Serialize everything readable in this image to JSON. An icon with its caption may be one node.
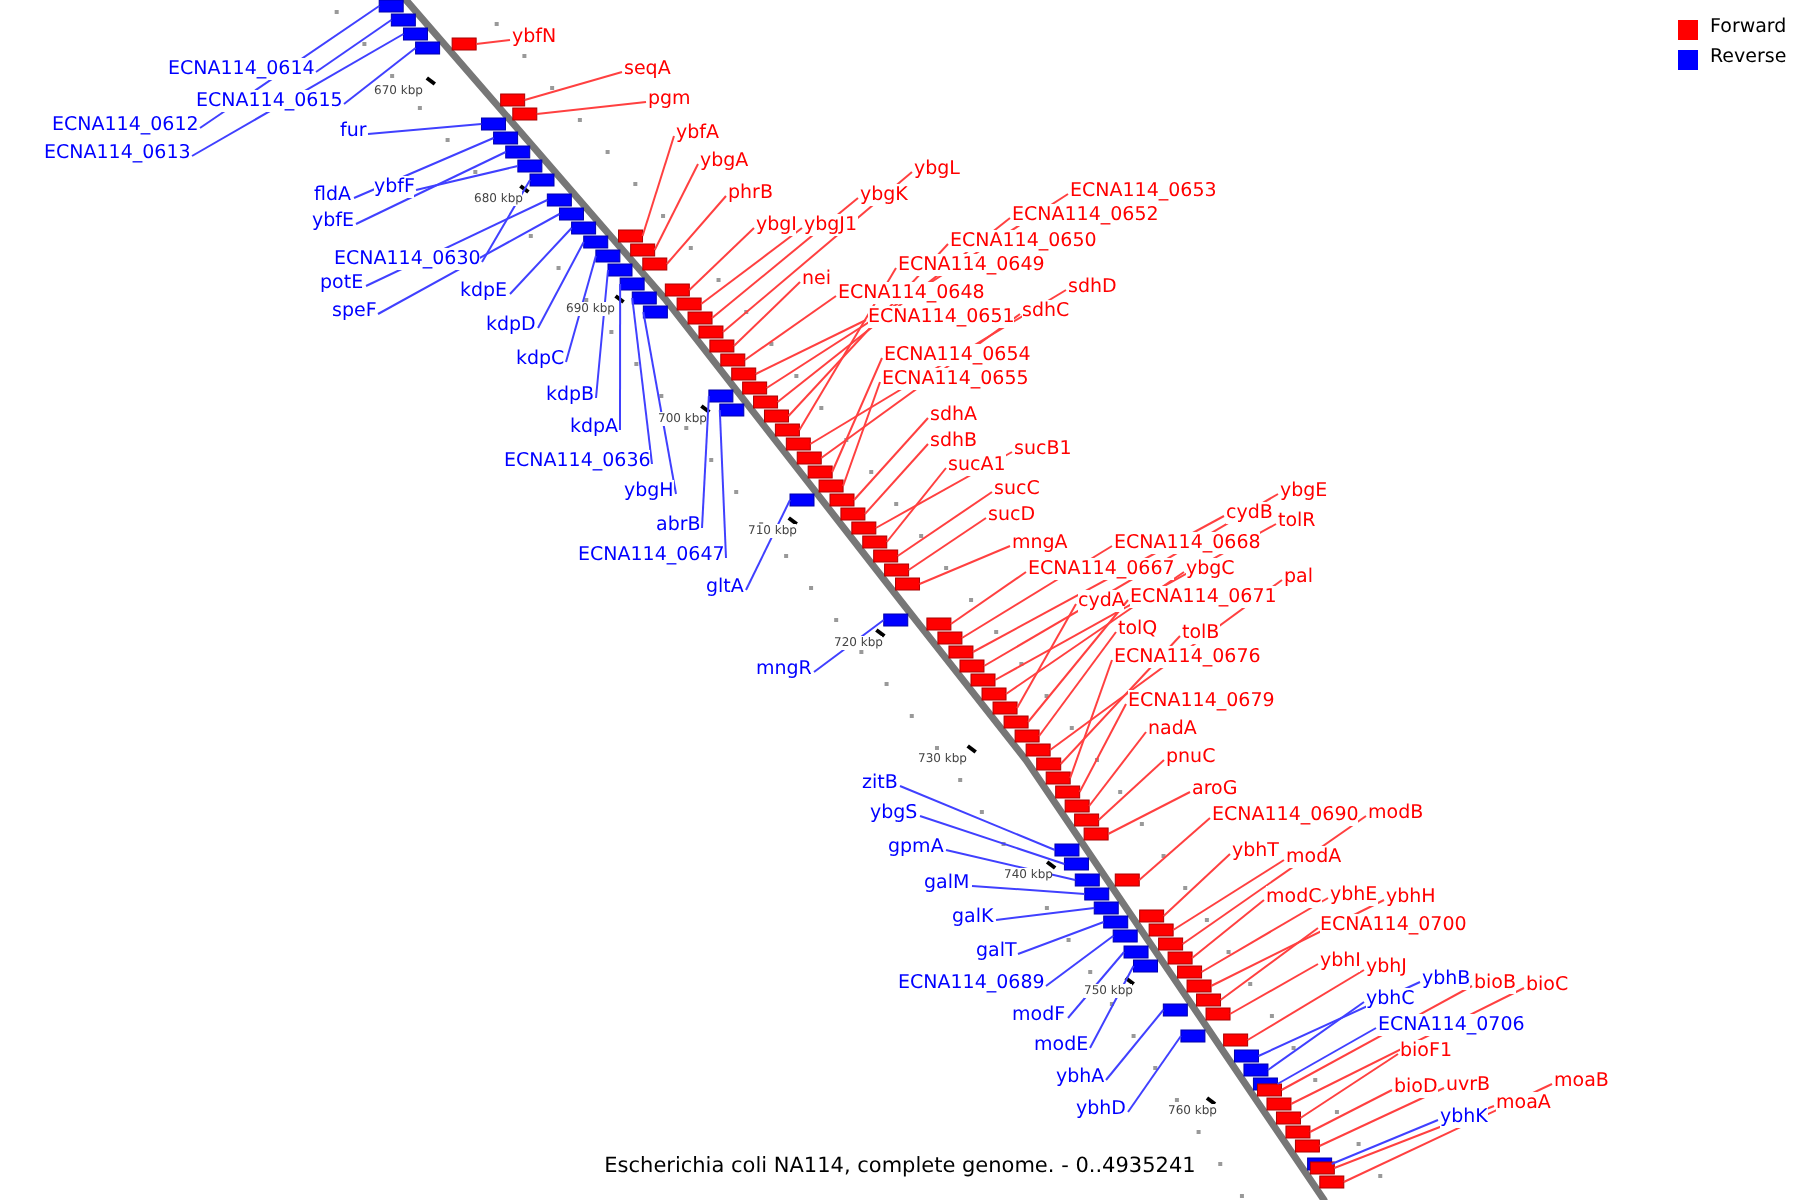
{
  "diagram": {
    "caption": "Escherichia coli NA114, complete genome. - 0..4935241",
    "nodes": [
      {
        "text": [
          "ECNA114_0614"
        ]
      },
      {
        "text": [
          "ECNA114_0615"
        ]
      },
      {
        "text": [
          "ECNA114_0612"
        ]
      },
      {
        "text": [
          "ECNA114_0613"
        ]
      },
      {
        "text": [
          "fur"
        ]
      },
      {
        "text": [
          "fldA"
        ]
      },
      {
        "text": [
          "ybfF"
        ]
      },
      {
        "text": [
          "ybfE"
        ]
      },
      {
        "text": [
          "ECNA114_0630"
        ]
      },
      {
        "text": [
          "potE"
        ]
      },
      {
        "text": [
          "speF"
        ]
      },
      {
        "text": [
          "kdpE"
        ]
      },
      {
        "text": [
          "kdpD"
        ]
      },
      {
        "text": [
          "kdpC"
        ]
      },
      {
        "text": [
          "kdpB"
        ]
      },
      {
        "text": [
          "kdpA"
        ]
      },
      {
        "text": [
          "ECNA114_0636"
        ]
      },
      {
        "text": [
          "ybgH"
        ]
      },
      {
        "text": [
          "abrB"
        ]
      },
      {
        "text": [
          "ECNA114_0647"
        ]
      },
      {
        "text": [
          "gltA"
        ]
      },
      {
        "text": [
          "mngR"
        ]
      },
      {
        "text": [
          "zitB"
        ]
      },
      {
        "text": [
          "ybgS"
        ]
      },
      {
        "text": [
          "gpmA"
        ]
      },
      {
        "text": [
          "galM"
        ]
      },
      {
        "text": [
          "galK"
        ]
      },
      {
        "text": [
          "galT"
        ]
      },
      {
        "text": [
          "ECNA114_0689"
        ]
      },
      {
        "text": [
          "modF"
        ]
      },
      {
        "text": [
          "modE"
        ]
      },
      {
        "text": [
          "ybhA"
        ]
      },
      {
        "text": [
          "ybhD"
        ]
      },
      {
        "text": [
          "ybfN"
        ]
      },
      {
        "text": [
          "seqA"
        ]
      },
      {
        "text": [
          "pgm"
        ]
      },
      {
        "text": [
          "ybfA"
        ]
      },
      {
        "text": [
          "ybgA"
        ]
      },
      {
        "text": [
          "phrB"
        ]
      },
      {
        "text": [
          "ybgI"
        ]
      },
      {
        "text": [
          "ybgJ1"
        ]
      },
      {
        "text": [
          "ybgK"
        ]
      },
      {
        "text": [
          "ybgL"
        ]
      },
      {
        "text": [
          "ECNA114_0653"
        ]
      },
      {
        "text": [
          "ECNA114_0652"
        ]
      },
      {
        "text": [
          "ECNA114_0650"
        ]
      },
      {
        "text": [
          "ECNA114_0649"
        ]
      },
      {
        "text": [
          "nei"
        ]
      },
      {
        "text": [
          "ECNA114_0648"
        ]
      },
      {
        "text": [
          "ECNA114_0651"
        ]
      },
      {
        "text": [
          "sdhD"
        ]
      },
      {
        "text": [
          "sdhC"
        ]
      },
      {
        "text": [
          "ECNA114_0654"
        ]
      },
      {
        "text": [
          "ECNA114_0655"
        ]
      },
      {
        "text": [
          "sdhA"
        ]
      },
      {
        "text": [
          "sdhB"
        ]
      },
      {
        "text": [
          "sucA1"
        ]
      },
      {
        "text": [
          "sucB1"
        ]
      },
      {
        "text": [
          "sucC"
        ]
      },
      {
        "text": [
          "sucD"
        ]
      },
      {
        "text": [
          "mngA"
        ]
      },
      {
        "text": [
          "ECNA114_0668"
        ]
      },
      {
        "text": [
          "ECNA114_0667"
        ]
      },
      {
        "text": [
          "cydB"
        ]
      },
      {
        "text": [
          "ybgE"
        ]
      },
      {
        "text": [
          "tolR"
        ]
      },
      {
        "text": [
          "ybgC"
        ]
      },
      {
        "text": [
          "cydA"
        ]
      },
      {
        "text": [
          "ECNA114_0671"
        ]
      },
      {
        "text": [
          "pal"
        ]
      },
      {
        "text": [
          "tolQ"
        ]
      },
      {
        "text": [
          "tolB"
        ]
      },
      {
        "text": [
          "ECNA114_0676"
        ]
      },
      {
        "text": [
          "ECNA114_0679"
        ]
      },
      {
        "text": [
          "nadA"
        ]
      },
      {
        "text": [
          "pnuC"
        ]
      },
      {
        "text": [
          "aroG"
        ]
      },
      {
        "text": [
          "ECNA114_0690"
        ]
      },
      {
        "text": [
          "modB"
        ]
      },
      {
        "text": [
          "ybhT"
        ]
      },
      {
        "text": [
          "modA"
        ]
      },
      {
        "text": [
          "modC"
        ]
      },
      {
        "text": [
          "ybhE"
        ]
      },
      {
        "text": [
          "ybhH"
        ]
      },
      {
        "text": [
          "ECNA114_0700"
        ]
      },
      {
        "text": [
          "ybhI"
        ]
      },
      {
        "text": [
          "ybhJ"
        ]
      },
      {
        "text": [
          "ybhB"
        ]
      },
      {
        "text": [
          "ybhC"
        ]
      },
      {
        "text": [
          "ECNA114_0706"
        ]
      },
      {
        "text": [
          "bioB"
        ]
      },
      {
        "text": [
          "bioC"
        ]
      },
      {
        "text": [
          "bioF1"
        ]
      },
      {
        "text": [
          "bioD"
        ]
      },
      {
        "text": [
          "uvrB"
        ]
      },
      {
        "text": [
          "moaA"
        ]
      },
      {
        "text": [
          "moaB"
        ]
      },
      {
        "text": [
          "ybhK"
        ]
      },
      {
        "text": [],
        "shape": "box"
      },
      {
        "text": [],
        "shape": "box"
      },
      {
        "text": [],
        "shape": "box"
      },
      {
        "text": [],
        "shape": "box"
      },
      {
        "text": [],
        "shape": "box"
      },
      {
        "text": [],
        "shape": "box"
      },
      {
        "text": [],
        "shape": "box"
      },
      {
        "text": [],
        "shape": "box"
      },
      {
        "text": [],
        "shape": "box"
      },
      {
        "text": [],
        "shape": "box"
      },
      {
        "text": [],
        "shape": "box"
      },
      {
        "text": [],
        "shape": "box"
      },
      {
        "text": [],
        "shape": "box"
      },
      {
        "text": [],
        "shape": "box"
      },
      {
        "text": [],
        "shape": "box"
      },
      {
        "text": [],
        "shape": "box"
      },
      {
        "text": [],
        "shape": "box"
      },
      {
        "text": [],
        "shape": "box"
      },
      {
        "text": [],
        "shape": "box"
      },
      {
        "text": [],
        "shape": "box"
      },
      {
        "text": [],
        "shape": "box"
      },
      {
        "text": [],
        "shape": "box"
      },
      {
        "text": [],
        "shape": "box"
      },
      {
        "text": [],
        "shape": "box"
      },
      {
        "text": [],
        "shape": "box"
      },
      {
        "text": [],
        "shape": "box"
      },
      {
        "text": [],
        "shape": "box"
      },
      {
        "text": [],
        "shape": "box"
      },
      {
        "text": [],
        "shape": "box"
      },
      {
        "text": [],
        "shape": "box"
      },
      {
        "text": [],
        "shape": "box"
      },
      {
        "text": [],
        "shape": "box"
      },
      {
        "text": [],
        "shape": "box"
      },
      {
        "text": [],
        "shape": "box"
      },
      {
        "text": [],
        "shape": "box"
      },
      {
        "text": [],
        "shape": "box"
      },
      {
        "text": [],
        "shape": "box"
      },
      {
        "text": [],
        "shape": "box"
      },
      {
        "text": [],
        "shape": "box"
      },
      {
        "text": [],
        "shape": "box"
      },
      {
        "text": [],
        "shape": "box"
      },
      {
        "text": [],
        "shape": "box"
      },
      {
        "text": [],
        "shape": "box"
      },
      {
        "text": [],
        "shape": "box"
      },
      {
        "text": [],
        "shape": "box"
      },
      {
        "text": [],
        "shape": "box"
      },
      {
        "text": [],
        "shape": "box"
      },
      {
        "text": [],
        "shape": "box"
      },
      {
        "text": [],
        "shape": "box"
      },
      {
        "text": [],
        "shape": "box"
      },
      {
        "text": [],
        "shape": "box"
      },
      {
        "text": [],
        "shape": "box"
      },
      {
        "text": [],
        "shape": "box"
      },
      {
        "text": [],
        "shape": "box"
      },
      {
        "text": [],
        "shape": "box"
      },
      {
        "text": [],
        "shape": "box"
      },
      {
        "text": [],
        "shape": "box"
      },
      {
        "text": [],
        "shape": "box"
      },
      {
        "text": [],
        "shape": "box"
      },
      {
        "text": [],
        "shape": "box"
      },
      {
        "text": [],
        "shape": "box"
      },
      {
        "text": [],
        "shape": "box"
      },
      {
        "text": [],
        "shape": "box"
      },
      {
        "text": [],
        "shape": "box"
      },
      {
        "text": [],
        "shape": "box"
      },
      {
        "text": [],
        "shape": "box"
      },
      {
        "text": [],
        "shape": "box"
      },
      {
        "text": [],
        "shape": "box"
      },
      {
        "text": [],
        "shape": "box"
      },
      {
        "text": [],
        "shape": "box"
      },
      {
        "text": [],
        "shape": "box"
      },
      {
        "text": [],
        "shape": "box"
      },
      {
        "text": [],
        "shape": "box"
      },
      {
        "text": [],
        "shape": "box"
      },
      {
        "text": [],
        "shape": "box"
      },
      {
        "text": [],
        "shape": "box"
      },
      {
        "text": [],
        "shape": "box"
      },
      {
        "text": [],
        "shape": "box"
      },
      {
        "text": [],
        "shape": "box"
      },
      {
        "text": [],
        "shape": "box"
      },
      {
        "text": [],
        "shape": "box"
      },
      {
        "text": [],
        "shape": "box"
      },
      {
        "text": [],
        "shape": "box"
      },
      {
        "text": [],
        "shape": "box"
      },
      {
        "text": [],
        "shape": "box"
      },
      {
        "text": [],
        "shape": "box"
      },
      {
        "text": [],
        "shape": "box"
      },
      {
        "text": [],
        "shape": "box"
      },
      {
        "text": [],
        "shape": "box"
      },
      {
        "text": [],
        "shape": "box"
      },
      {
        "text": [],
        "shape": "box"
      },
      {
        "text": [],
        "shape": "box"
      },
      {
        "text": [],
        "shape": "box"
      },
      {
        "text": [],
        "shape": "box"
      },
      {
        "text": [],
        "shape": "box"
      },
      {
        "text": [],
        "shape": "box"
      },
      {
        "text": [],
        "shape": "box"
      },
      {
        "text": [],
        "shape": "box"
      }
    ],
    "edges": [
      {
        "from": 0,
        "to": 99,
        "arrow": "none",
        "color": "#4040ff"
      },
      {
        "from": 1,
        "to": 102,
        "arrow": "none",
        "color": "#4040ff"
      },
      {
        "from": 2,
        "to": 98,
        "arrow": "none",
        "color": "#4040ff"
      },
      {
        "from": 3,
        "to": 100,
        "arrow": "none",
        "color": "#4040ff"
      },
      {
        "from": 4,
        "to": 105,
        "arrow": "none",
        "color": "#4040ff"
      },
      {
        "from": 5,
        "to": 106,
        "arrow": "none",
        "color": "#4040ff"
      },
      {
        "from": 6,
        "to": 108,
        "arrow": "none",
        "color": "#4040ff"
      },
      {
        "from": 7,
        "to": 107,
        "arrow": "none",
        "color": "#4040ff"
      },
      {
        "from": 8,
        "to": 109,
        "arrow": "none",
        "color": "#4040ff"
      },
      {
        "from": 9,
        "to": 110,
        "arrow": "none",
        "color": "#4040ff"
      },
      {
        "from": 10,
        "to": 111,
        "arrow": "none",
        "color": "#4040ff"
      },
      {
        "from": 11,
        "to": 112,
        "arrow": "none",
        "color": "#4040ff"
      },
      {
        "from": 12,
        "to": 114,
        "arrow": "none",
        "color": "#4040ff"
      },
      {
        "from": 13,
        "to": 116,
        "arrow": "none",
        "color": "#4040ff"
      },
      {
        "from": 14,
        "to": 118,
        "arrow": "none",
        "color": "#4040ff"
      },
      {
        "from": 15,
        "to": 119,
        "arrow": "none",
        "color": "#4040ff"
      },
      {
        "from": 16,
        "to": 121,
        "arrow": "none",
        "color": "#4040ff"
      },
      {
        "from": 17,
        "to": 123,
        "arrow": "none",
        "color": "#4040ff"
      },
      {
        "from": 18,
        "to": 130,
        "arrow": "none",
        "color": "#4040ff"
      },
      {
        "from": 19,
        "to": 132,
        "arrow": "none",
        "color": "#4040ff"
      },
      {
        "from": 20,
        "to": 139,
        "arrow": "none",
        "color": "#4040ff"
      },
      {
        "from": 21,
        "to": 147,
        "arrow": "none",
        "color": "#4040ff"
      },
      {
        "from": 22,
        "to": 164,
        "arrow": "none",
        "color": "#4040ff"
      },
      {
        "from": 23,
        "to": 165,
        "arrow": "none",
        "color": "#4040ff"
      },
      {
        "from": 24,
        "to": 166,
        "arrow": "none",
        "color": "#4040ff"
      },
      {
        "from": 25,
        "to": 168,
        "arrow": "none",
        "color": "#4040ff"
      },
      {
        "from": 26,
        "to": 169,
        "arrow": "none",
        "color": "#4040ff"
      },
      {
        "from": 27,
        "to": 171,
        "arrow": "none",
        "color": "#4040ff"
      },
      {
        "from": 28,
        "to": 173,
        "arrow": "none",
        "color": "#4040ff"
      },
      {
        "from": 29,
        "to": 175,
        "arrow": "none",
        "color": "#4040ff"
      },
      {
        "from": 30,
        "to": 177,
        "arrow": "none",
        "color": "#4040ff"
      },
      {
        "from": 31,
        "to": 181,
        "arrow": "none",
        "color": "#4040ff"
      },
      {
        "from": 32,
        "to": 183,
        "arrow": "none",
        "color": "#4040ff"
      },
      {
        "from": 33,
        "to": 101,
        "arrow": "none"
      },
      {
        "from": 34,
        "to": 103,
        "arrow": "none"
      },
      {
        "from": 35,
        "to": 104,
        "arrow": "none"
      },
      {
        "from": 36,
        "to": 113,
        "arrow": "none"
      },
      {
        "from": 37,
        "to": 115,
        "arrow": "none"
      },
      {
        "from": 38,
        "to": 117,
        "arrow": "none"
      },
      {
        "from": 39,
        "to": 120,
        "arrow": "none"
      },
      {
        "from": 40,
        "to": 122,
        "arrow": "none"
      },
      {
        "from": 41,
        "to": 124,
        "arrow": "none"
      },
      {
        "from": 42,
        "to": 125,
        "arrow": "none"
      },
      {
        "from": 43,
        "to": 129,
        "arrow": "none"
      },
      {
        "from": 44,
        "to": 131,
        "arrow": "none"
      },
      {
        "from": 45,
        "to": 133,
        "arrow": "none"
      },
      {
        "from": 46,
        "to": 134,
        "arrow": "none"
      },
      {
        "from": 47,
        "to": 126,
        "arrow": "none"
      },
      {
        "from": 48,
        "to": 127,
        "arrow": "none"
      },
      {
        "from": 49,
        "to": 128,
        "arrow": "none"
      },
      {
        "from": 50,
        "to": 135,
        "arrow": "none"
      },
      {
        "from": 51,
        "to": 136,
        "arrow": "none"
      },
      {
        "from": 52,
        "to": 137,
        "arrow": "none"
      },
      {
        "from": 53,
        "to": 138,
        "arrow": "none"
      },
      {
        "from": 54,
        "to": 140,
        "arrow": "none"
      },
      {
        "from": 55,
        "to": 141,
        "arrow": "none"
      },
      {
        "from": 56,
        "to": 143,
        "arrow": "none"
      },
      {
        "from": 57,
        "to": 142,
        "arrow": "none"
      },
      {
        "from": 58,
        "to": 144,
        "arrow": "none"
      },
      {
        "from": 59,
        "to": 145,
        "arrow": "none"
      },
      {
        "from": 60,
        "to": 146,
        "arrow": "none"
      },
      {
        "from": 61,
        "to": 149,
        "arrow": "none"
      },
      {
        "from": 62,
        "to": 148,
        "arrow": "none"
      },
      {
        "from": 63,
        "to": 150,
        "arrow": "none"
      },
      {
        "from": 64,
        "to": 151,
        "arrow": "none"
      },
      {
        "from": 65,
        "to": 152,
        "arrow": "none"
      },
      {
        "from": 66,
        "to": 153,
        "arrow": "none"
      },
      {
        "from": 67,
        "to": 154,
        "arrow": "none"
      },
      {
        "from": 68,
        "to": 155,
        "arrow": "none"
      },
      {
        "from": 69,
        "to": 157,
        "arrow": "none"
      },
      {
        "from": 70,
        "to": 156,
        "arrow": "none"
      },
      {
        "from": 71,
        "to": 158,
        "arrow": "none"
      },
      {
        "from": 72,
        "to": 159,
        "arrow": "none"
      },
      {
        "from": 73,
        "to": 160,
        "arrow": "none"
      },
      {
        "from": 74,
        "to": 161,
        "arrow": "none"
      },
      {
        "from": 75,
        "to": 162,
        "arrow": "none"
      },
      {
        "from": 76,
        "to": 163,
        "arrow": "none"
      },
      {
        "from": 77,
        "to": 167,
        "arrow": "none"
      },
      {
        "from": 78,
        "to": 174,
        "arrow": "none"
      },
      {
        "from": 79,
        "to": 170,
        "arrow": "none"
      },
      {
        "from": 80,
        "to": 172,
        "arrow": "none"
      },
      {
        "from": 81,
        "to": 176,
        "arrow": "none"
      },
      {
        "from": 82,
        "to": 178,
        "arrow": "none"
      },
      {
        "from": 83,
        "to": 179,
        "arrow": "none"
      },
      {
        "from": 84,
        "to": 180,
        "arrow": "none"
      },
      {
        "from": 85,
        "to": 182,
        "arrow": "none"
      },
      {
        "from": 86,
        "to": 184,
        "arrow": "none"
      },
      {
        "from": 87,
        "to": 185,
        "arrow": "none",
        "color": "#4040ff"
      },
      {
        "from": 88,
        "to": 186,
        "arrow": "none",
        "color": "#4040ff"
      },
      {
        "from": 89,
        "to": 187,
        "arrow": "none",
        "color": "#4040ff"
      },
      {
        "from": 90,
        "to": 188,
        "arrow": "none"
      },
      {
        "from": 91,
        "to": 189,
        "arrow": "none"
      },
      {
        "from": 92,
        "to": 190,
        "arrow": "none"
      },
      {
        "from": 93,
        "to": 191,
        "arrow": "none"
      },
      {
        "from": 94,
        "to": 192,
        "arrow": "none"
      },
      {
        "from": 95,
        "to": 194,
        "arrow": "none"
      },
      {
        "from": 96,
        "to": 195,
        "arrow": "none"
      },
      {
        "from": 97,
        "to": 193,
        "arrow": "none",
        "color": "#4040ff"
      }
    ],
    "labels": [
      "670 kbp",
      "680 kbp",
      "690 kbp",
      "700 kbp",
      "710 kbp",
      "720 kbp",
      "730 kbp",
      "740 kbp",
      "750 kbp",
      "760 kbp"
    ],
    "legend": [
      {
        "text": "Forward",
        "color": "#ff0000"
      },
      {
        "text": "Reverse",
        "color": "#0000ff"
      }
    ]
  }
}
